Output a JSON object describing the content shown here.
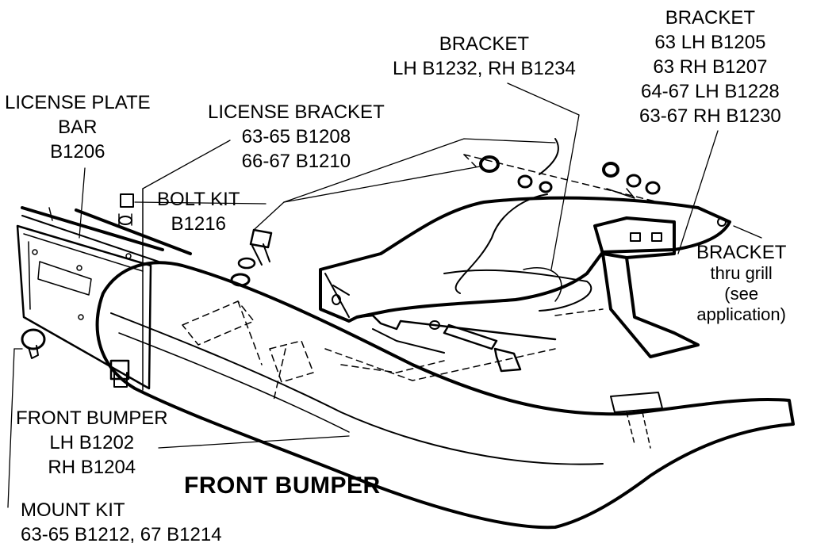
{
  "title": "FRONT BUMPER",
  "labels": {
    "license_plate_bar": [
      "LICENSE PLATE",
      "BAR",
      "B1206"
    ],
    "license_bracket": [
      "LICENSE BRACKET",
      "63-65  B1208",
      "66-67  B1210"
    ],
    "bolt_kit": [
      "BOLT KIT",
      "B1216"
    ],
    "bracket_center": [
      "BRACKET",
      "LH  B1232,  RH  B1234"
    ],
    "bracket_right": [
      "BRACKET",
      "63 LH B1205",
      "63 RH B1207",
      "64-67 LH B1228",
      "63-67 RH B1230"
    ],
    "bracket_thru_grill": [
      "BRACKET",
      "thru grill",
      "(see",
      "application)"
    ],
    "front_bumper": [
      "FRONT BUMPER",
      "LH  B1202",
      "RH  B1204"
    ],
    "mount_kit": [
      "MOUNT KIT",
      "63-65 B1212, 67 B1214"
    ]
  }
}
